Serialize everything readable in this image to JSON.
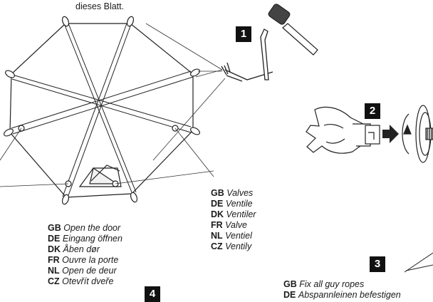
{
  "top_note": "dieses Blatt.",
  "steps": {
    "one": "1",
    "two": "2",
    "three": "3",
    "four": "4"
  },
  "valves_caption": [
    {
      "lang": "GB",
      "text": "Valves"
    },
    {
      "lang": "DE",
      "text": "Ventile"
    },
    {
      "lang": "DK",
      "text": "Ventiler"
    },
    {
      "lang": "FR",
      "text": "Valve"
    },
    {
      "lang": "NL",
      "text": "Ventiel"
    },
    {
      "lang": "CZ",
      "text": "Ventily"
    }
  ],
  "door_caption": [
    {
      "lang": "GB",
      "text": "Open the door"
    },
    {
      "lang": "DE",
      "text": "Eingang öffnen"
    },
    {
      "lang": "DK",
      "text": "Åben dør"
    },
    {
      "lang": "FR",
      "text": "Ouvre la porte"
    },
    {
      "lang": "NL",
      "text": "Open de deur"
    },
    {
      "lang": "CZ",
      "text": "Otevřít dveře"
    }
  ],
  "guy_ropes_caption": [
    {
      "lang": "GB",
      "text": "Fix all guy ropes"
    },
    {
      "lang": "DE",
      "text": "Abspannleinen befestigen"
    }
  ]
}
